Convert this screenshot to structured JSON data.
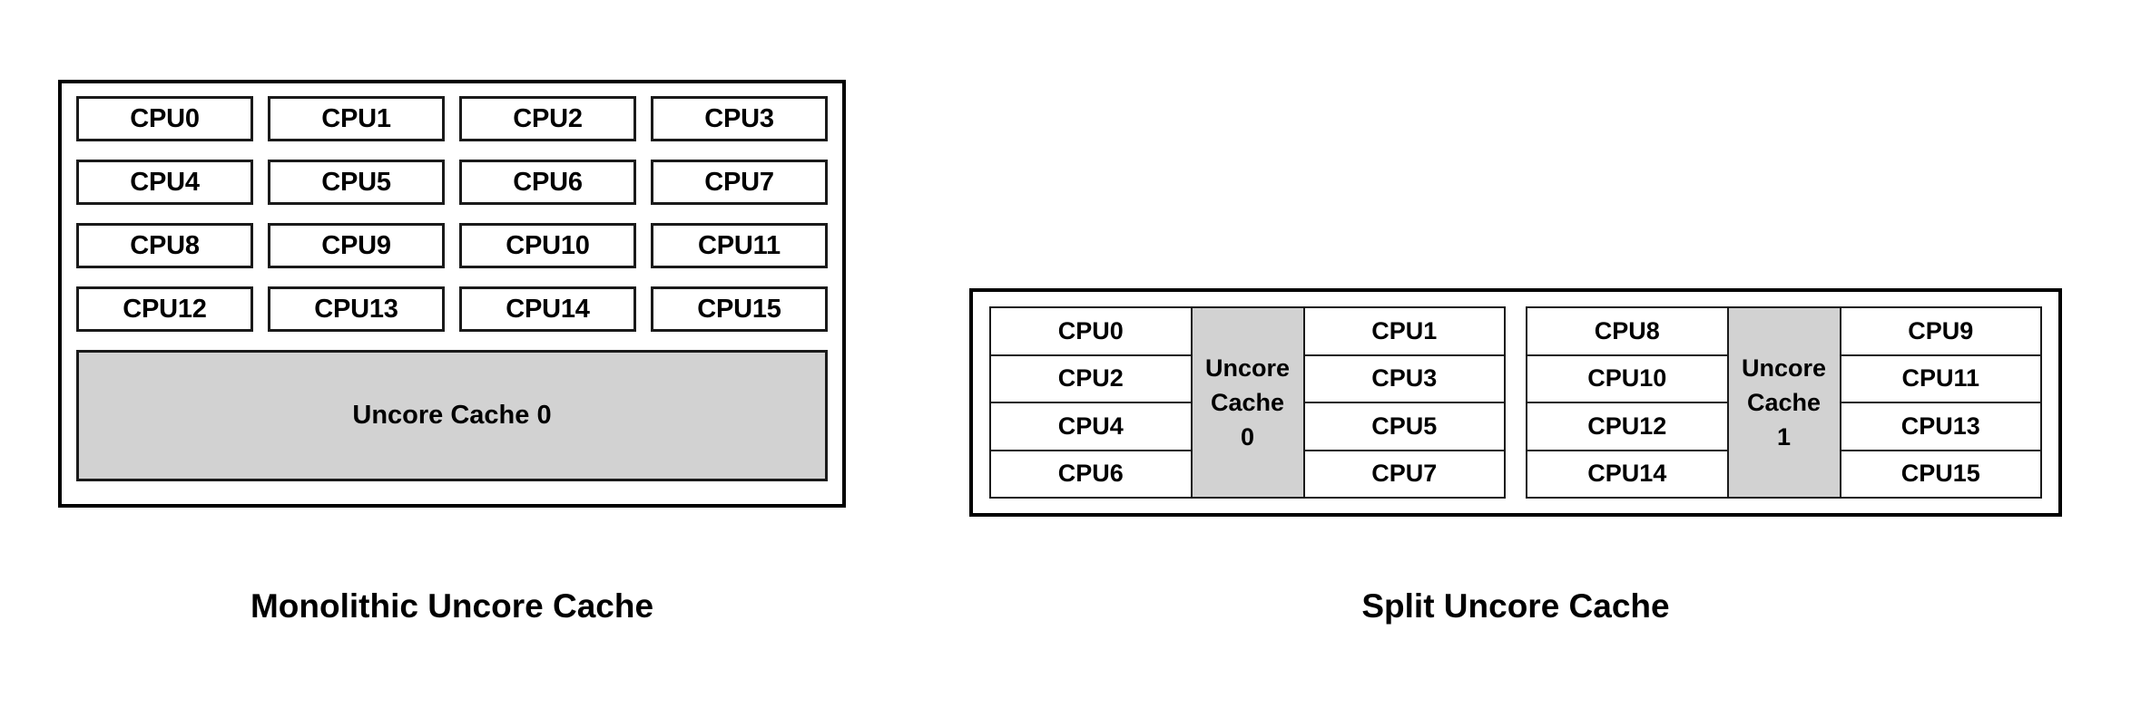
{
  "diagram": {
    "title_semantic": "uncore-cache-topology-comparison",
    "colors": {
      "uncore_fill": "#d2d2d2",
      "border": "#000000",
      "cell_fill": "#ffffff",
      "text": "#000000"
    }
  },
  "monolithic": {
    "caption": "Monolithic Uncore Cache",
    "cpu_rows": [
      [
        "CPU0",
        "CPU1",
        "CPU2",
        "CPU3"
      ],
      [
        "CPU4",
        "CPU5",
        "CPU6",
        "CPU7"
      ],
      [
        "CPU8",
        "CPU9",
        "CPU10",
        "CPU11"
      ],
      [
        "CPU12",
        "CPU13",
        "CPU14",
        "CPU15"
      ]
    ],
    "uncore_label": "Uncore Cache 0"
  },
  "split": {
    "caption": "Split Uncore Cache",
    "clusters": [
      {
        "left_cpus": [
          "CPU0",
          "CPU2",
          "CPU4",
          "CPU6"
        ],
        "uncore_line1": "Uncore",
        "uncore_line2": "Cache",
        "uncore_line3": "0",
        "right_cpus": [
          "CPU1",
          "CPU3",
          "CPU5",
          "CPU7"
        ]
      },
      {
        "left_cpus": [
          "CPU8",
          "CPU10",
          "CPU12",
          "CPU14"
        ],
        "uncore_line1": "Uncore",
        "uncore_line2": "Cache",
        "uncore_line3": "1",
        "right_cpus": [
          "CPU9",
          "CPU11",
          "CPU13",
          "CPU15"
        ]
      }
    ]
  }
}
